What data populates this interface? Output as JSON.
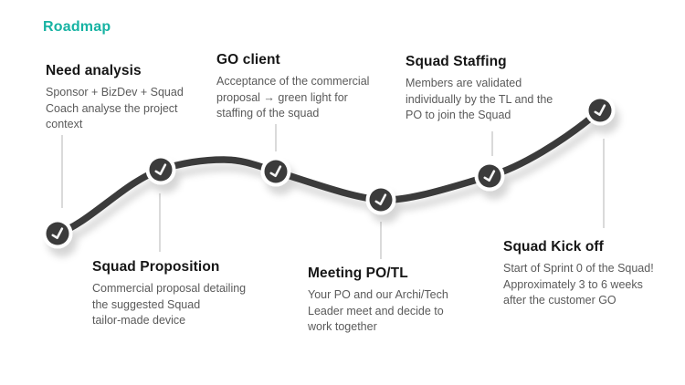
{
  "title": "Roadmap",
  "colors": {
    "accent_teal": "#17b3a3",
    "curve_dark": "#3a3a3a",
    "heading_text": "#161616",
    "body_text": "#5a5a5a",
    "connector_gray": "#b5b5b5",
    "node_check": "#f5f5f5",
    "background": "#ffffff"
  },
  "node_icon": "check-icon",
  "milestones": [
    {
      "title": "Need analysis",
      "position": "above",
      "lines": [
        "Sponsor + BizDev + Squad",
        "Coach analyse the project",
        "context"
      ]
    },
    {
      "title": "Squad Proposition",
      "position": "below",
      "lines": [
        "Commercial proposal detailing",
        "the suggested Squad",
        "tailor-made device"
      ]
    },
    {
      "title": "GO client",
      "position": "above",
      "lines": [
        "Acceptance of the commercial",
        "proposal → green light for",
        "staffing of the squad"
      ]
    },
    {
      "title": "Meeting PO/TL",
      "position": "below",
      "lines": [
        "Your PO and our Archi/Tech",
        "Leader meet and decide to",
        "work together"
      ]
    },
    {
      "title": "Squad Staffing",
      "position": "above",
      "lines": [
        "Members are validated",
        "individually by the TL and the",
        "PO to join the Squad"
      ]
    },
    {
      "title": "Squad Kick off",
      "position": "below",
      "lines": [
        "Start of Sprint 0 of the Squad!",
        "Approximately 3 to 6 weeks",
        "after the customer GO"
      ]
    }
  ]
}
